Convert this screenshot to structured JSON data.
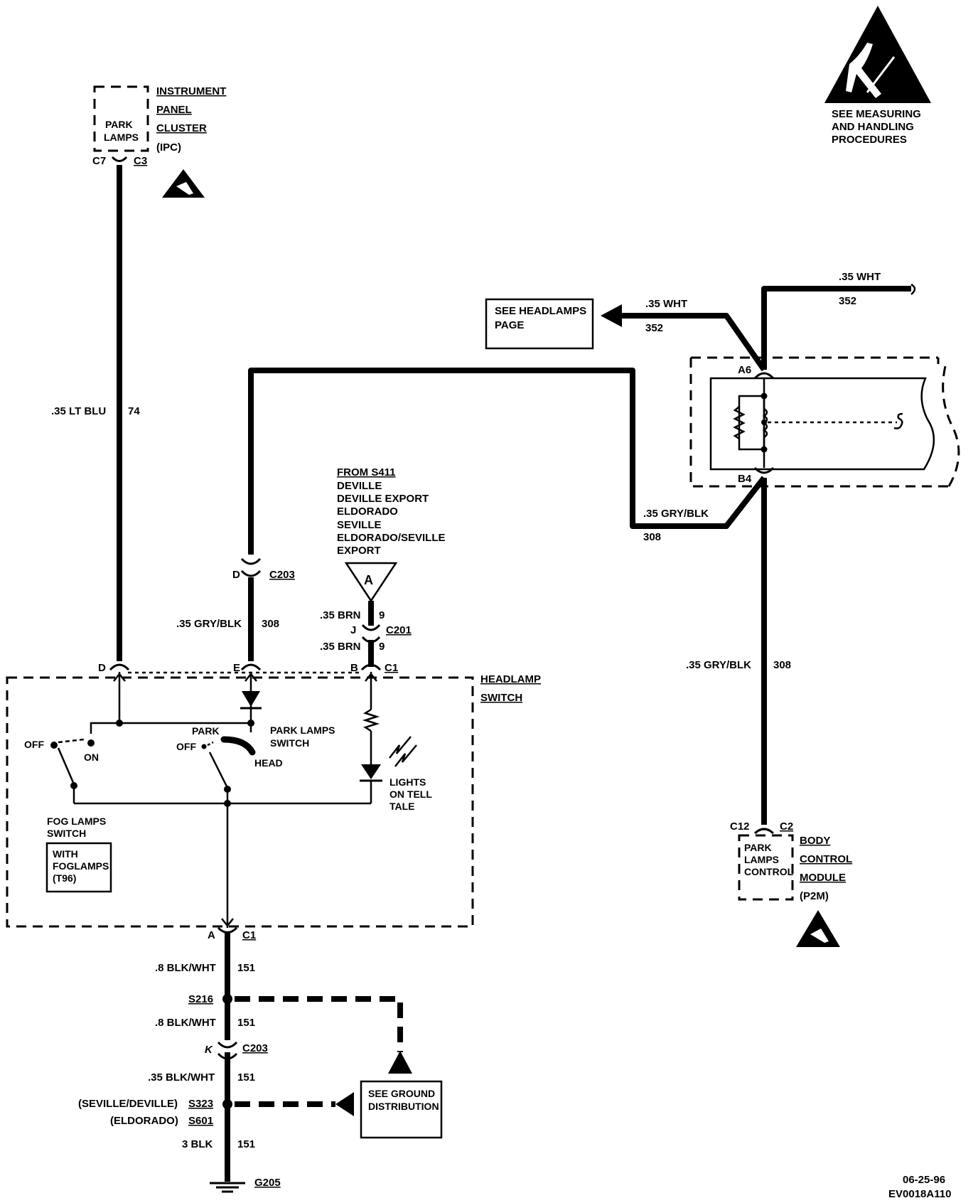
{
  "esd_notice": "SEE MEASURING AND HANDLING PROCEDURES",
  "esd_notice_lines": [
    "SEE MEASURING",
    "AND HANDLING",
    "PROCEDURES"
  ],
  "ipc": {
    "name_lines": [
      "INSTRUMENT",
      "PANEL",
      "CLUSTER",
      "(IPC)"
    ],
    "inner_lines": [
      "PARK",
      "LAMPS"
    ],
    "pin": "C7",
    "connector": "C3"
  },
  "wires": {
    "w74": {
      "gauge": ".35 LT BLU",
      "circuit": "74"
    },
    "w308_top": {
      "gauge": ".35 GRY/BLK",
      "circuit": "308"
    },
    "w308_switch": {
      "gauge": ".35 GRY/BLK",
      "circuit": "308"
    },
    "w308_right": {
      "gauge": ".35 GRY/BLK",
      "circuit": "308"
    },
    "w352_left": {
      "gauge": ".35 WHT",
      "circuit": "352"
    },
    "w352_right": {
      "gauge": ".35 WHT",
      "circuit": "352"
    },
    "w9_upper": {
      "gauge": ".35 BRN",
      "circuit": "9"
    },
    "w9_lower": {
      "gauge": ".35 BRN",
      "circuit": "9"
    },
    "w151_a": {
      "gauge": ".8 BLK/WHT",
      "circuit": "151"
    },
    "w151_b": {
      "gauge": ".8 BLK/WHT",
      "circuit": "151"
    },
    "w151_c": {
      "gauge": ".35 BLK/WHT",
      "circuit": "151"
    },
    "w151_d": {
      "gauge": "3 BLK",
      "circuit": "151"
    }
  },
  "headlamps_ref": {
    "lines": [
      "SEE HEADLAMPS",
      "PAGE"
    ]
  },
  "module_pins": {
    "top": "A6",
    "bottom": "B4"
  },
  "c203_top": {
    "pin": "D",
    "connector": "C203"
  },
  "c201": {
    "pin": "J",
    "connector": "C201"
  },
  "from_s411": {
    "lines": [
      "FROM S411",
      "DEVILLE",
      "DEVILLE EXPORT",
      "ELDORADO",
      "SEVILLE",
      "ELDORADO/SEVILLE",
      "EXPORT"
    ],
    "marker": "A"
  },
  "headlamp_switch": {
    "name_lines": [
      "HEADLAMP",
      "SWITCH"
    ],
    "pins": {
      "d": "D",
      "e": "E",
      "b": "B",
      "c1": "C1"
    },
    "park_lamps_switch_lines": [
      "PARK LAMPS",
      "SWITCH"
    ],
    "park": "PARK",
    "off2": "OFF",
    "head": "HEAD",
    "off1": "OFF",
    "on": "ON",
    "lights_on_tell_tale_lines": [
      "LIGHTS",
      "ON TELL",
      "TALE"
    ],
    "fog_lamps_switch_lines": [
      "FOG LAMPS",
      "SWITCH"
    ],
    "with_foglamps_lines": [
      "WITH",
      "FOGLAMPS",
      "(T96)"
    ]
  },
  "c1_bottom": {
    "pin": "A",
    "connector": "C1"
  },
  "s216": "S216",
  "c203_bottom": {
    "pin": "K",
    "connector": "C203"
  },
  "s323": {
    "variant": "(SEVILLE/DEVILLE)",
    "splice": "S323"
  },
  "s601": {
    "variant": "(ELDORADO)",
    "splice": "S601"
  },
  "ground_ref": {
    "lines": [
      "SEE GROUND",
      "DISTRIBUTION"
    ]
  },
  "ground": "G205",
  "bcm": {
    "pin": "C12",
    "connector": "C2",
    "inner_lines": [
      "PARK",
      "LAMPS",
      "CONTROL"
    ],
    "name_lines": [
      "BODY",
      "CONTROL",
      "MODULE",
      "(P2M)"
    ]
  },
  "footer": {
    "date": "06-25-96",
    "code": "EV0018A110"
  }
}
